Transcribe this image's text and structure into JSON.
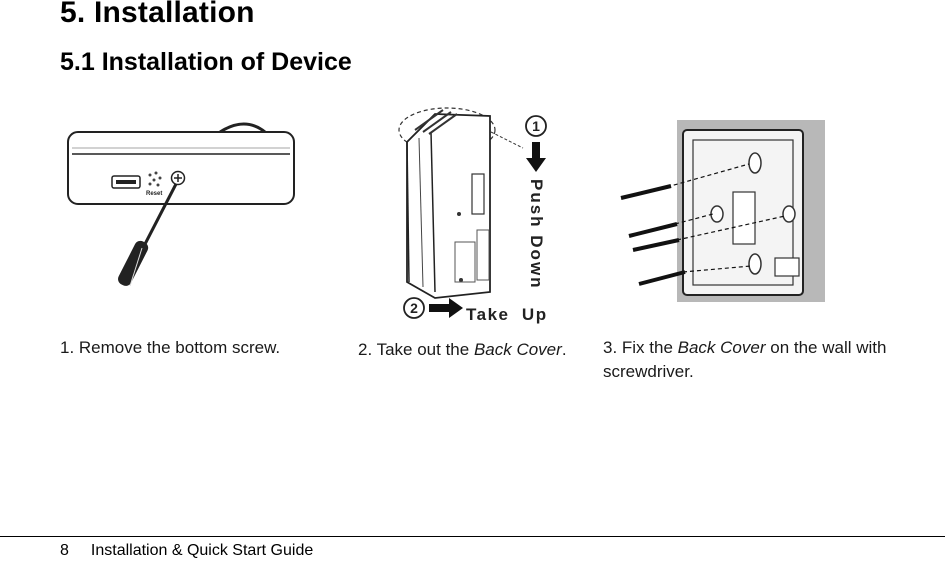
{
  "section_title": "5. Installation",
  "subsection_title": "5.1 Installation of Device",
  "figure1": {
    "reset_label": "Reset"
  },
  "figure2": {
    "step1_number": "1",
    "step1_label": "Push Down",
    "step2_number": "2",
    "step2_label": "Take  Up"
  },
  "captions": {
    "step1": "1. Remove the bottom screw.",
    "step2_prefix": "2. Take out the ",
    "step2_italic": "Back Cover",
    "step2_suffix": ".",
    "step3_prefix": "3. Fix the ",
    "step3_italic": "Back Cover",
    "step3_suffix": " on the wall with screwdriver."
  },
  "footer": {
    "page_number": "8",
    "guide_title": "Installation & Quick Start Guide"
  }
}
